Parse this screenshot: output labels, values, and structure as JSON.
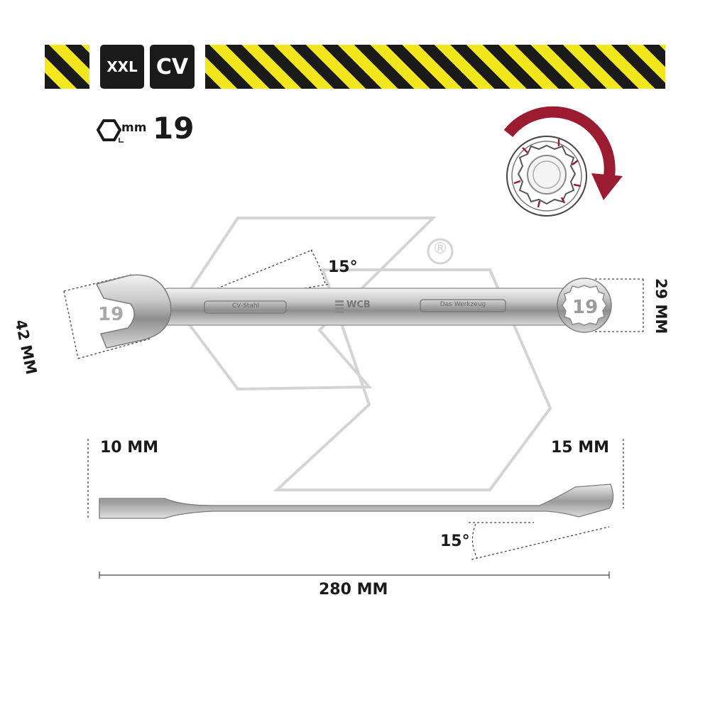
{
  "badges": {
    "size_class": "XXL",
    "material": "CV"
  },
  "nut_size": {
    "unit": "mm",
    "value": "19",
    "icon": "hexagon-nut-icon"
  },
  "wrench": {
    "open_end_size": "19",
    "ring_end_size": "19",
    "stamp_left": "CV-Stahl",
    "stamp_brand": "WCB",
    "stamp_right": "Das Werkzeug"
  },
  "dimensions": {
    "head_angle": "15°",
    "open_end_width": "42 MM",
    "ring_end_width": "29 MM",
    "thickness_open": "10 MM",
    "thickness_ring": "15 MM",
    "offset_angle": "15°",
    "length": "280 MM"
  },
  "watermark": {
    "mark": "®"
  },
  "colors": {
    "hazard_yellow": "#f2e61c",
    "hazard_black": "#1a1a1a",
    "arrow_red": "#9b1b30"
  }
}
